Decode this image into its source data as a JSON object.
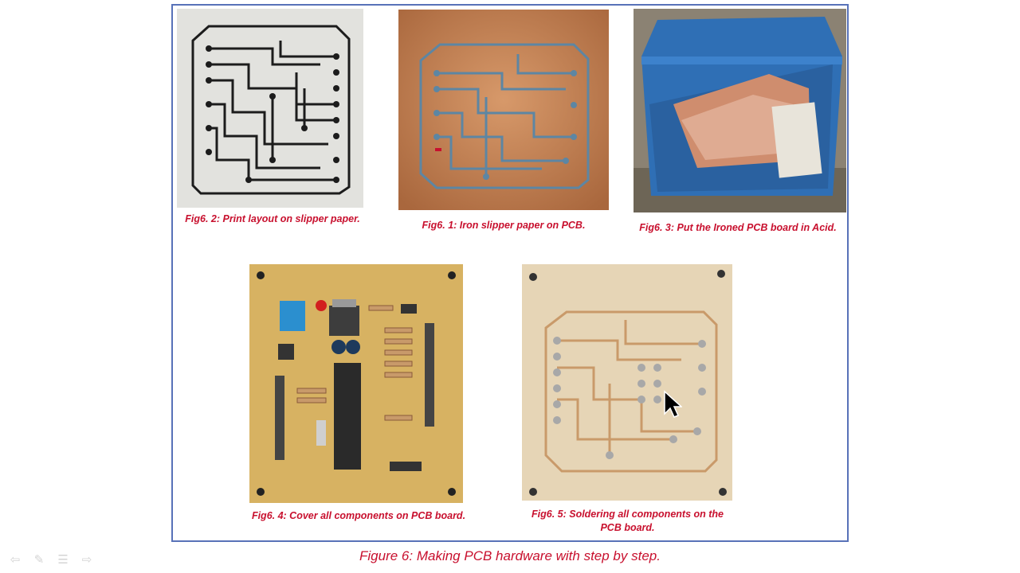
{
  "figures": [
    {
      "id": "fig6-2",
      "caption": "Fig6. 2: Print layout on slipper paper."
    },
    {
      "id": "fig6-1",
      "caption": "Fig6. 1: Iron slipper paper on PCB."
    },
    {
      "id": "fig6-3",
      "caption": "Fig6. 3: Put the Ironed PCB board in Acid."
    },
    {
      "id": "fig6-4",
      "caption": "Fig6. 4: Cover all components on PCB board."
    },
    {
      "id": "fig6-5",
      "caption_line1": "Fig6. 5: Soldering all components on the",
      "caption_line2": "PCB board."
    }
  ],
  "figure_title": "Figure 6: Making PCB hardware with step by step.",
  "nav_icons": [
    "back-arrow-icon",
    "pen-icon",
    "menu-icon",
    "forward-arrow-icon"
  ],
  "colors": {
    "caption": "#c8102e",
    "frame": "#5872b8",
    "copper": "#c98a5a",
    "fr4": "#d8b46c"
  }
}
